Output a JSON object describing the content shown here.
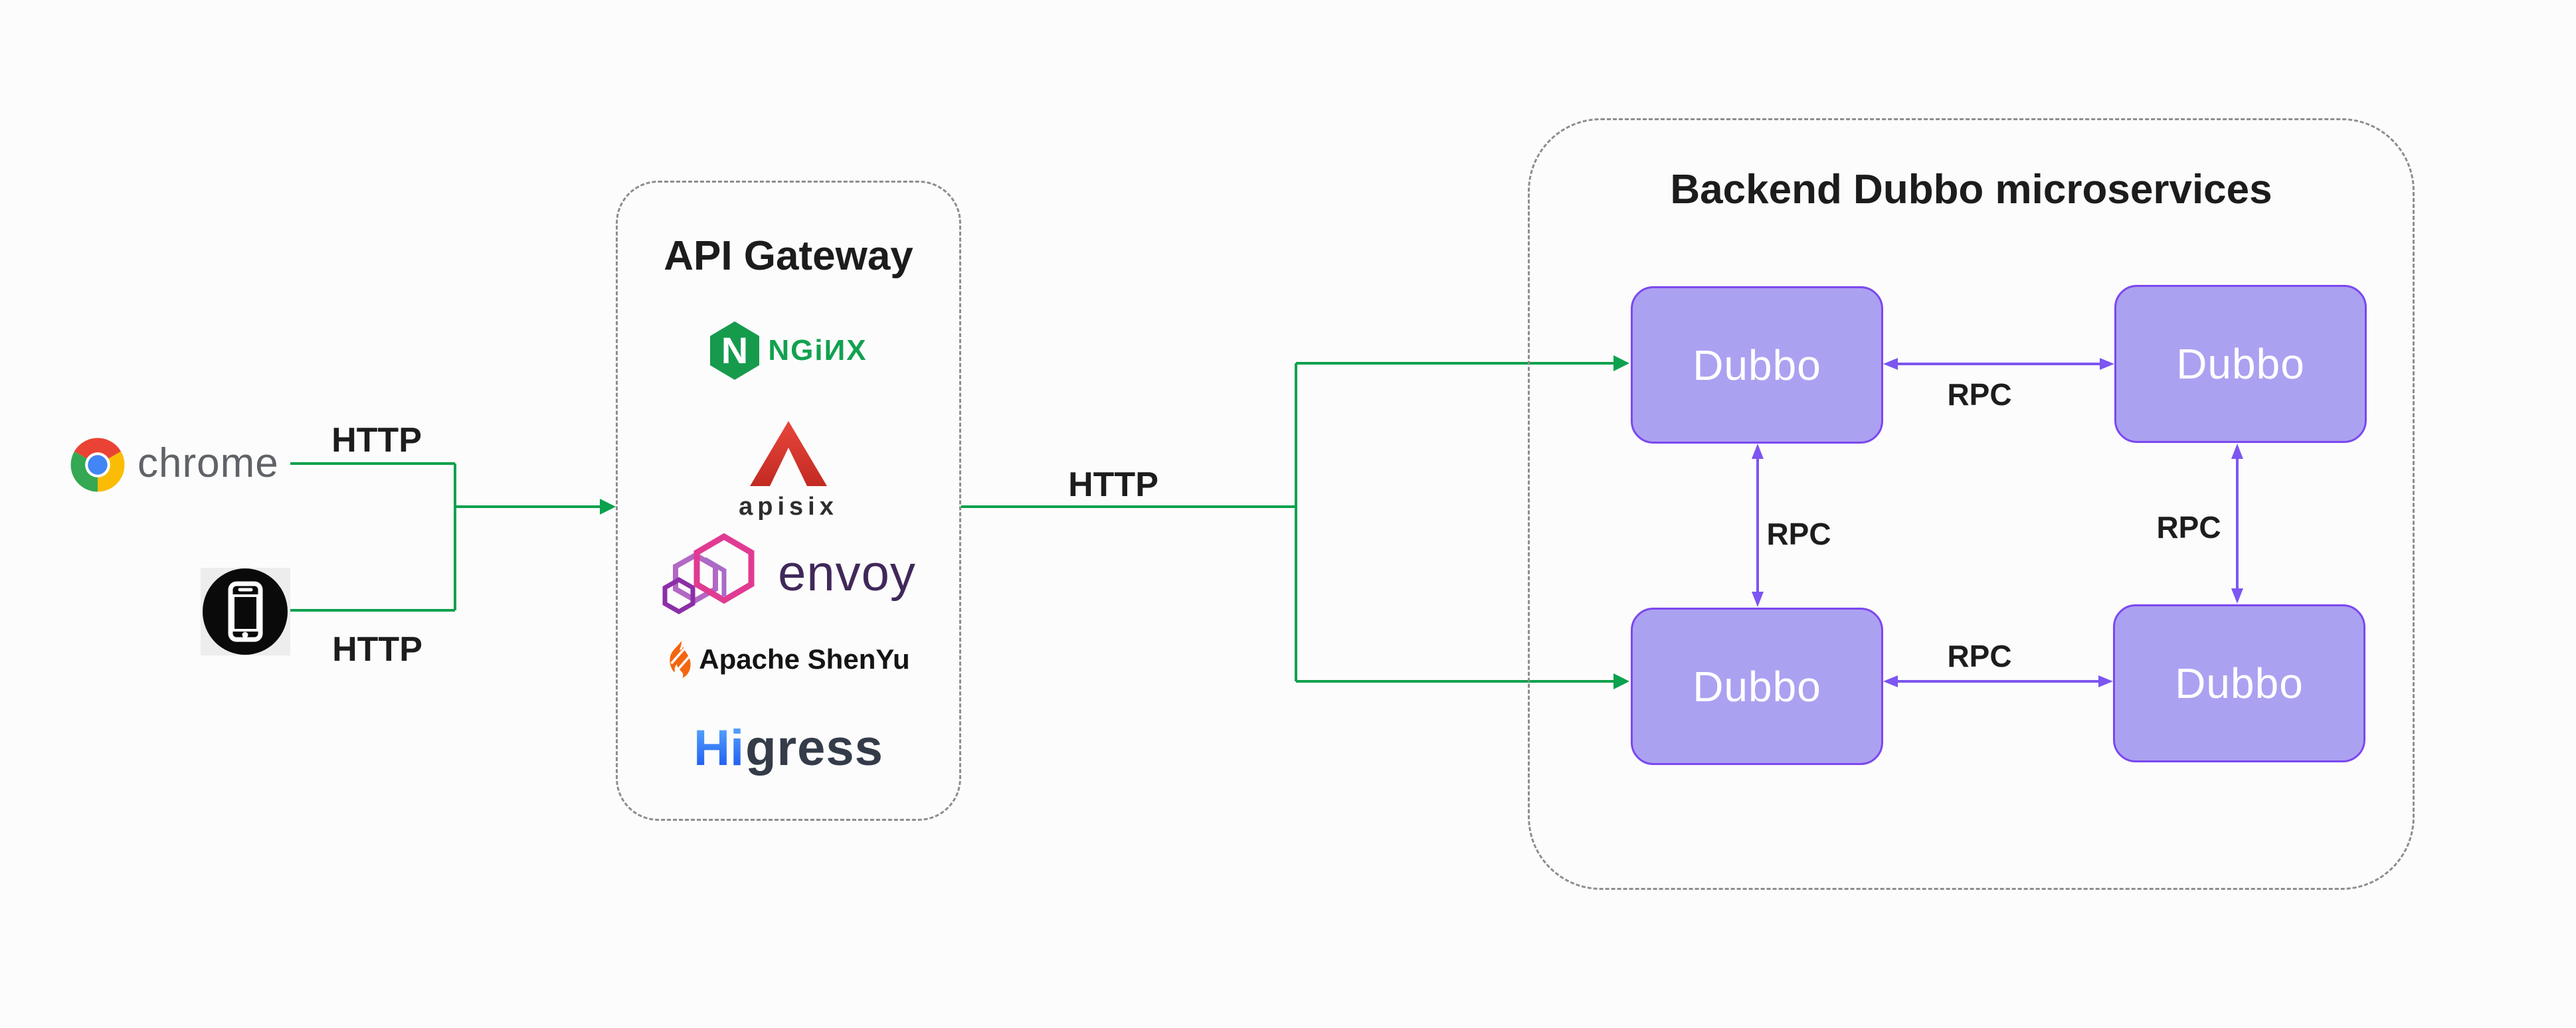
{
  "clients": {
    "chrome": {
      "label": "chrome"
    },
    "http_top_label": "HTTP",
    "http_bottom_label": "HTTP"
  },
  "gateway": {
    "title": "API Gateway",
    "logos": {
      "nginx": {
        "letter": "N",
        "wordmark": "NGiИX"
      },
      "apisix": {
        "wordmark": "apisix"
      },
      "envoy": {
        "wordmark": "envoy"
      },
      "shenyu": {
        "wordmark": "Apache ShenYu"
      },
      "higress": {
        "wordmark_hi": "Hi",
        "wordmark_gress": "gress"
      }
    }
  },
  "flow": {
    "http_mid_label": "HTTP"
  },
  "backend": {
    "title": "Backend Dubbo microservices",
    "nodes": {
      "top_left": "Dubbo",
      "top_right": "Dubbo",
      "bottom_left": "Dubbo",
      "bottom_right": "Dubbo"
    },
    "rpc": {
      "top": "RPC",
      "left": "RPC",
      "right": "RPC",
      "bottom": "RPC"
    }
  },
  "colors": {
    "http_green": "#0ba14e",
    "rpc_purple": "#7d55f1",
    "dubbo_fill": "#aba1f1",
    "dubbo_border": "#7c47ee",
    "dashed_border_gray": "#8d8d8d",
    "nginx_green": "#12a150",
    "apisix_red": "#d7342b",
    "envoy_text_purple": "#40285a",
    "envoy_pink": "#e13a92",
    "shenyu_orange": "#f4650f",
    "higress_blue": "#1f5cf0",
    "higress_dark": "#343b49",
    "chrome_text_gray": "#5f6368"
  }
}
